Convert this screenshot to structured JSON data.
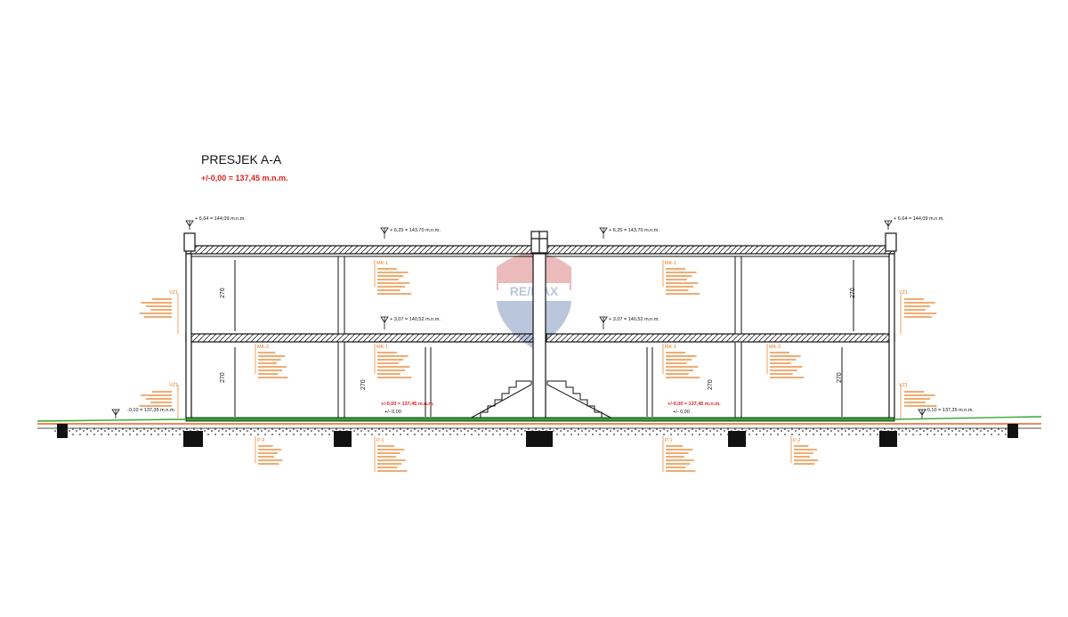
{
  "drawing": {
    "title": "PRESJEK A-A",
    "datum": "+/-0,00 = 137,45 m.n.m.",
    "elevation_labels": {
      "roof_left": "+ 6,64 = 144,09 m.n.m.",
      "roof_mid_left": "+ 6,25 = 143,70 m.n.m.",
      "roof_mid_right": "+ 6,25 = 143,70 m.n.m.",
      "roof_right": "+ 6,64 = 144,09 m.n.m.",
      "floor1_left": "+ 3,07 = 140,52 m.n.m.",
      "floor1_right": "+ 3,07 = 140,52 m.n.m.",
      "ground_left": "+/-0,00 = 137,45 m.n.m.",
      "ground_right": "+/-0,00 = 137,45 m.n.m.",
      "terrain_left": "-0,10 = 137,35 m.n.m.",
      "terrain_right": "-0,10 = 137,35 m.n.m.",
      "zero_left": "+/- 0,00",
      "zero_right": "+/- 0,00"
    },
    "dimension_labels": {
      "height": "270"
    },
    "layer_tags": {
      "vz": "VZ1",
      "mk1": "MK-1",
      "mk2": "MK-2",
      "p1": "P-1",
      "p2": "P-2"
    },
    "watermark": {
      "text": "RE/MAX"
    },
    "colors": {
      "line": "#111111",
      "annotation": "#e87a1e",
      "datum_red": "#e02020",
      "ground_green": "#2ea82e",
      "ground_orange": "#e8641e",
      "watermark_red": "#c84040",
      "watermark_blue": "#3b5f9a"
    }
  }
}
